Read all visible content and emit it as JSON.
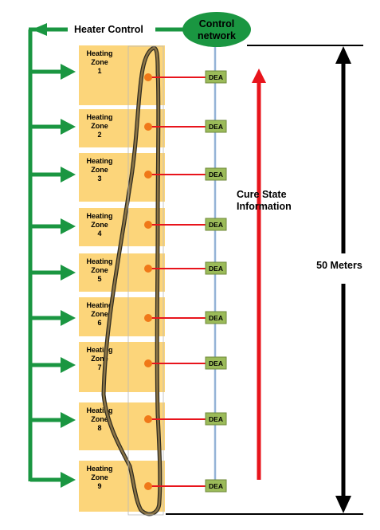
{
  "heater_control": {
    "label": "Heater Control"
  },
  "control_network": {
    "line1": "Control",
    "line2": "network"
  },
  "cure_state": {
    "line1": "Cure State",
    "line2": "Information"
  },
  "length_label": "50 Meters",
  "sensor_label": "DEA",
  "zones": [
    {
      "line1": "Heating",
      "line2": "Zone",
      "line3": "1"
    },
    {
      "line1": "Heating",
      "line2": "Zone",
      "line3": "2"
    },
    {
      "line1": "Heating",
      "line2": "Zone",
      "line3": "3"
    },
    {
      "line1": "Heating",
      "line2": "Zone",
      "line3": "4"
    },
    {
      "line1": "Heating",
      "line2": "Zone",
      "line3": "5"
    },
    {
      "line1": "Heating",
      "line2": "Zone",
      "line3": "6"
    },
    {
      "line1": "Heating",
      "line2": "Zone",
      "line3": "7"
    },
    {
      "line1": "Heating",
      "line2": "Zone",
      "line3": "8"
    },
    {
      "line1": "Heating",
      "line2": "Zone",
      "line3": "9"
    }
  ],
  "colors": {
    "control_green": "#1a9641",
    "zone_fill": "#fcd57a",
    "sensor_fill": "#9bbb59",
    "signal_red": "#e8141c",
    "probe_orange": "#f07818",
    "network_line": "#95b3d7",
    "cable": "#5c4a2a"
  }
}
